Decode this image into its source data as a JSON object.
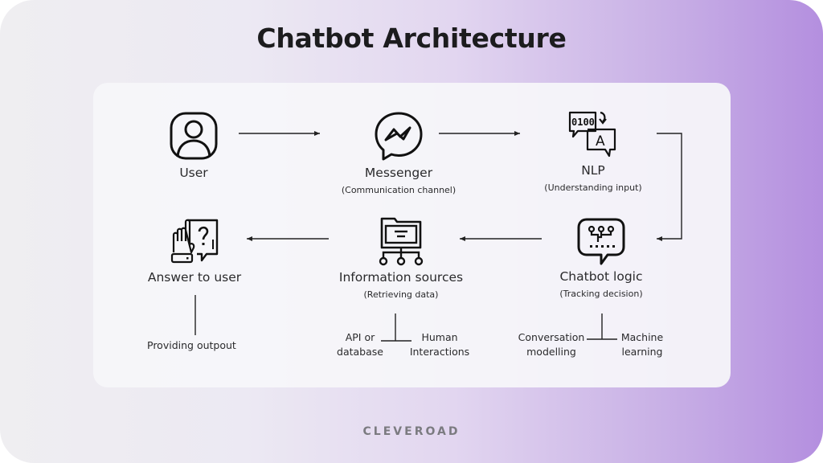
{
  "title": "Chatbot Architecture",
  "brand": "CLEVEROAD",
  "colors": {
    "gradient_start": "#efeef1",
    "gradient_end": "#b48fdf",
    "text": "#2a2a2c",
    "brand": "#7b7b80"
  },
  "nodes": [
    {
      "id": "user",
      "label": "User",
      "subtitle": "",
      "icon": "user-profile-icon"
    },
    {
      "id": "messenger",
      "label": "Messenger",
      "subtitle": "(Communication channel)",
      "icon": "messenger-icon"
    },
    {
      "id": "nlp",
      "label": "NLP",
      "subtitle": "(Understanding input)",
      "icon": "translate-binary-icon"
    },
    {
      "id": "chatbot_logic",
      "label": "Chatbot logic",
      "subtitle": "(Tracking decision)",
      "icon": "circuit-chat-icon"
    },
    {
      "id": "information_sources",
      "label": "Information sources",
      "subtitle": "(Retrieving data)",
      "icon": "folder-network-icon"
    },
    {
      "id": "answer_to_user",
      "label": "Answer to user",
      "subtitle": "",
      "icon": "hand-question-icon"
    }
  ],
  "edges": [
    {
      "from": "user",
      "to": "messenger"
    },
    {
      "from": "messenger",
      "to": "nlp"
    },
    {
      "from": "nlp",
      "to": "chatbot_logic"
    },
    {
      "from": "chatbot_logic",
      "to": "information_sources"
    },
    {
      "from": "information_sources",
      "to": "answer_to_user"
    }
  ],
  "details": {
    "answer_to_user": [
      "Providing outpout"
    ],
    "information_sources": [
      "API or\ndatabase",
      "Human\nInteractions"
    ],
    "chatbot_logic": [
      "Conversation\nmodelling",
      "Machine\nlearning"
    ]
  },
  "leaves": {
    "providing_output": "Providing outpout",
    "api_line1": "API or",
    "api_line2": "database",
    "human_line1": "Human",
    "human_line2": "Interactions",
    "conv_line1": "Conversation",
    "conv_line2": "modelling",
    "ml_line1": "Machine",
    "ml_line2": "learning"
  },
  "nlp_icon_text": {
    "binary": "0100",
    "letter": "A"
  }
}
